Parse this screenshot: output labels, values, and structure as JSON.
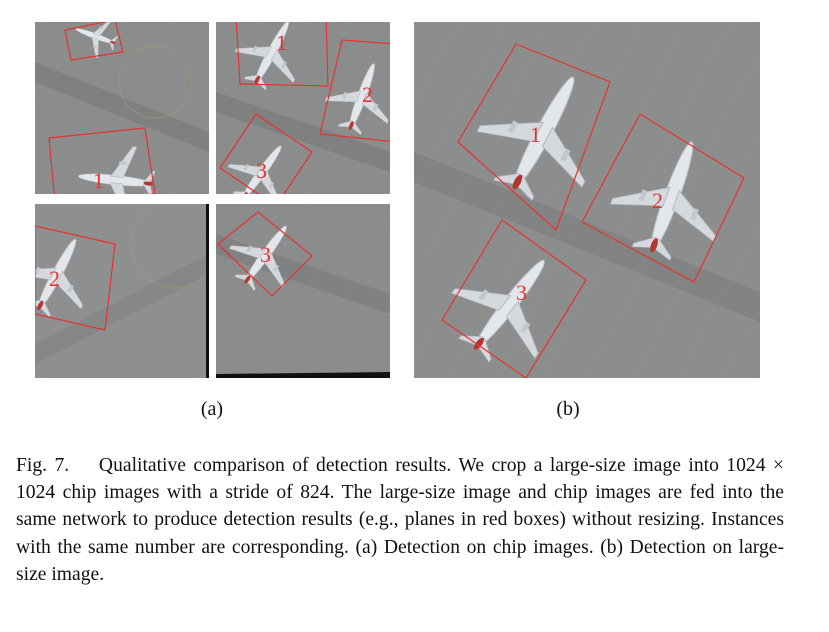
{
  "figure": {
    "subfigure_a_label": "(a)",
    "subfigure_b_label": "(b)",
    "caption_lead": "Fig. 7.",
    "caption_text": "Qualitative comparison of detection results. We crop a large-size image into 1024 × 1024 chip images with a stride of 824. The large-size image and chip images are fed into the same network to produce detection results (e.g., planes in red boxes) without resizing. Instances with the same number are corresponding. (a) Detection on chip images. (b) Detection on large-size image."
  },
  "chips": [
    {
      "name": "chip-top-left",
      "labels": [
        "1"
      ]
    },
    {
      "name": "chip-top-right",
      "labels": [
        "1",
        "2",
        "3"
      ]
    },
    {
      "name": "chip-bottom-left",
      "labels": [
        "2"
      ]
    },
    {
      "name": "chip-bottom-right",
      "labels": [
        "3"
      ]
    }
  ],
  "large_image": {
    "labels": [
      "1",
      "2",
      "3"
    ]
  },
  "colors": {
    "box": "#e8312f",
    "tarmac": "#8d8f8f",
    "plane": "#d9dde2"
  }
}
